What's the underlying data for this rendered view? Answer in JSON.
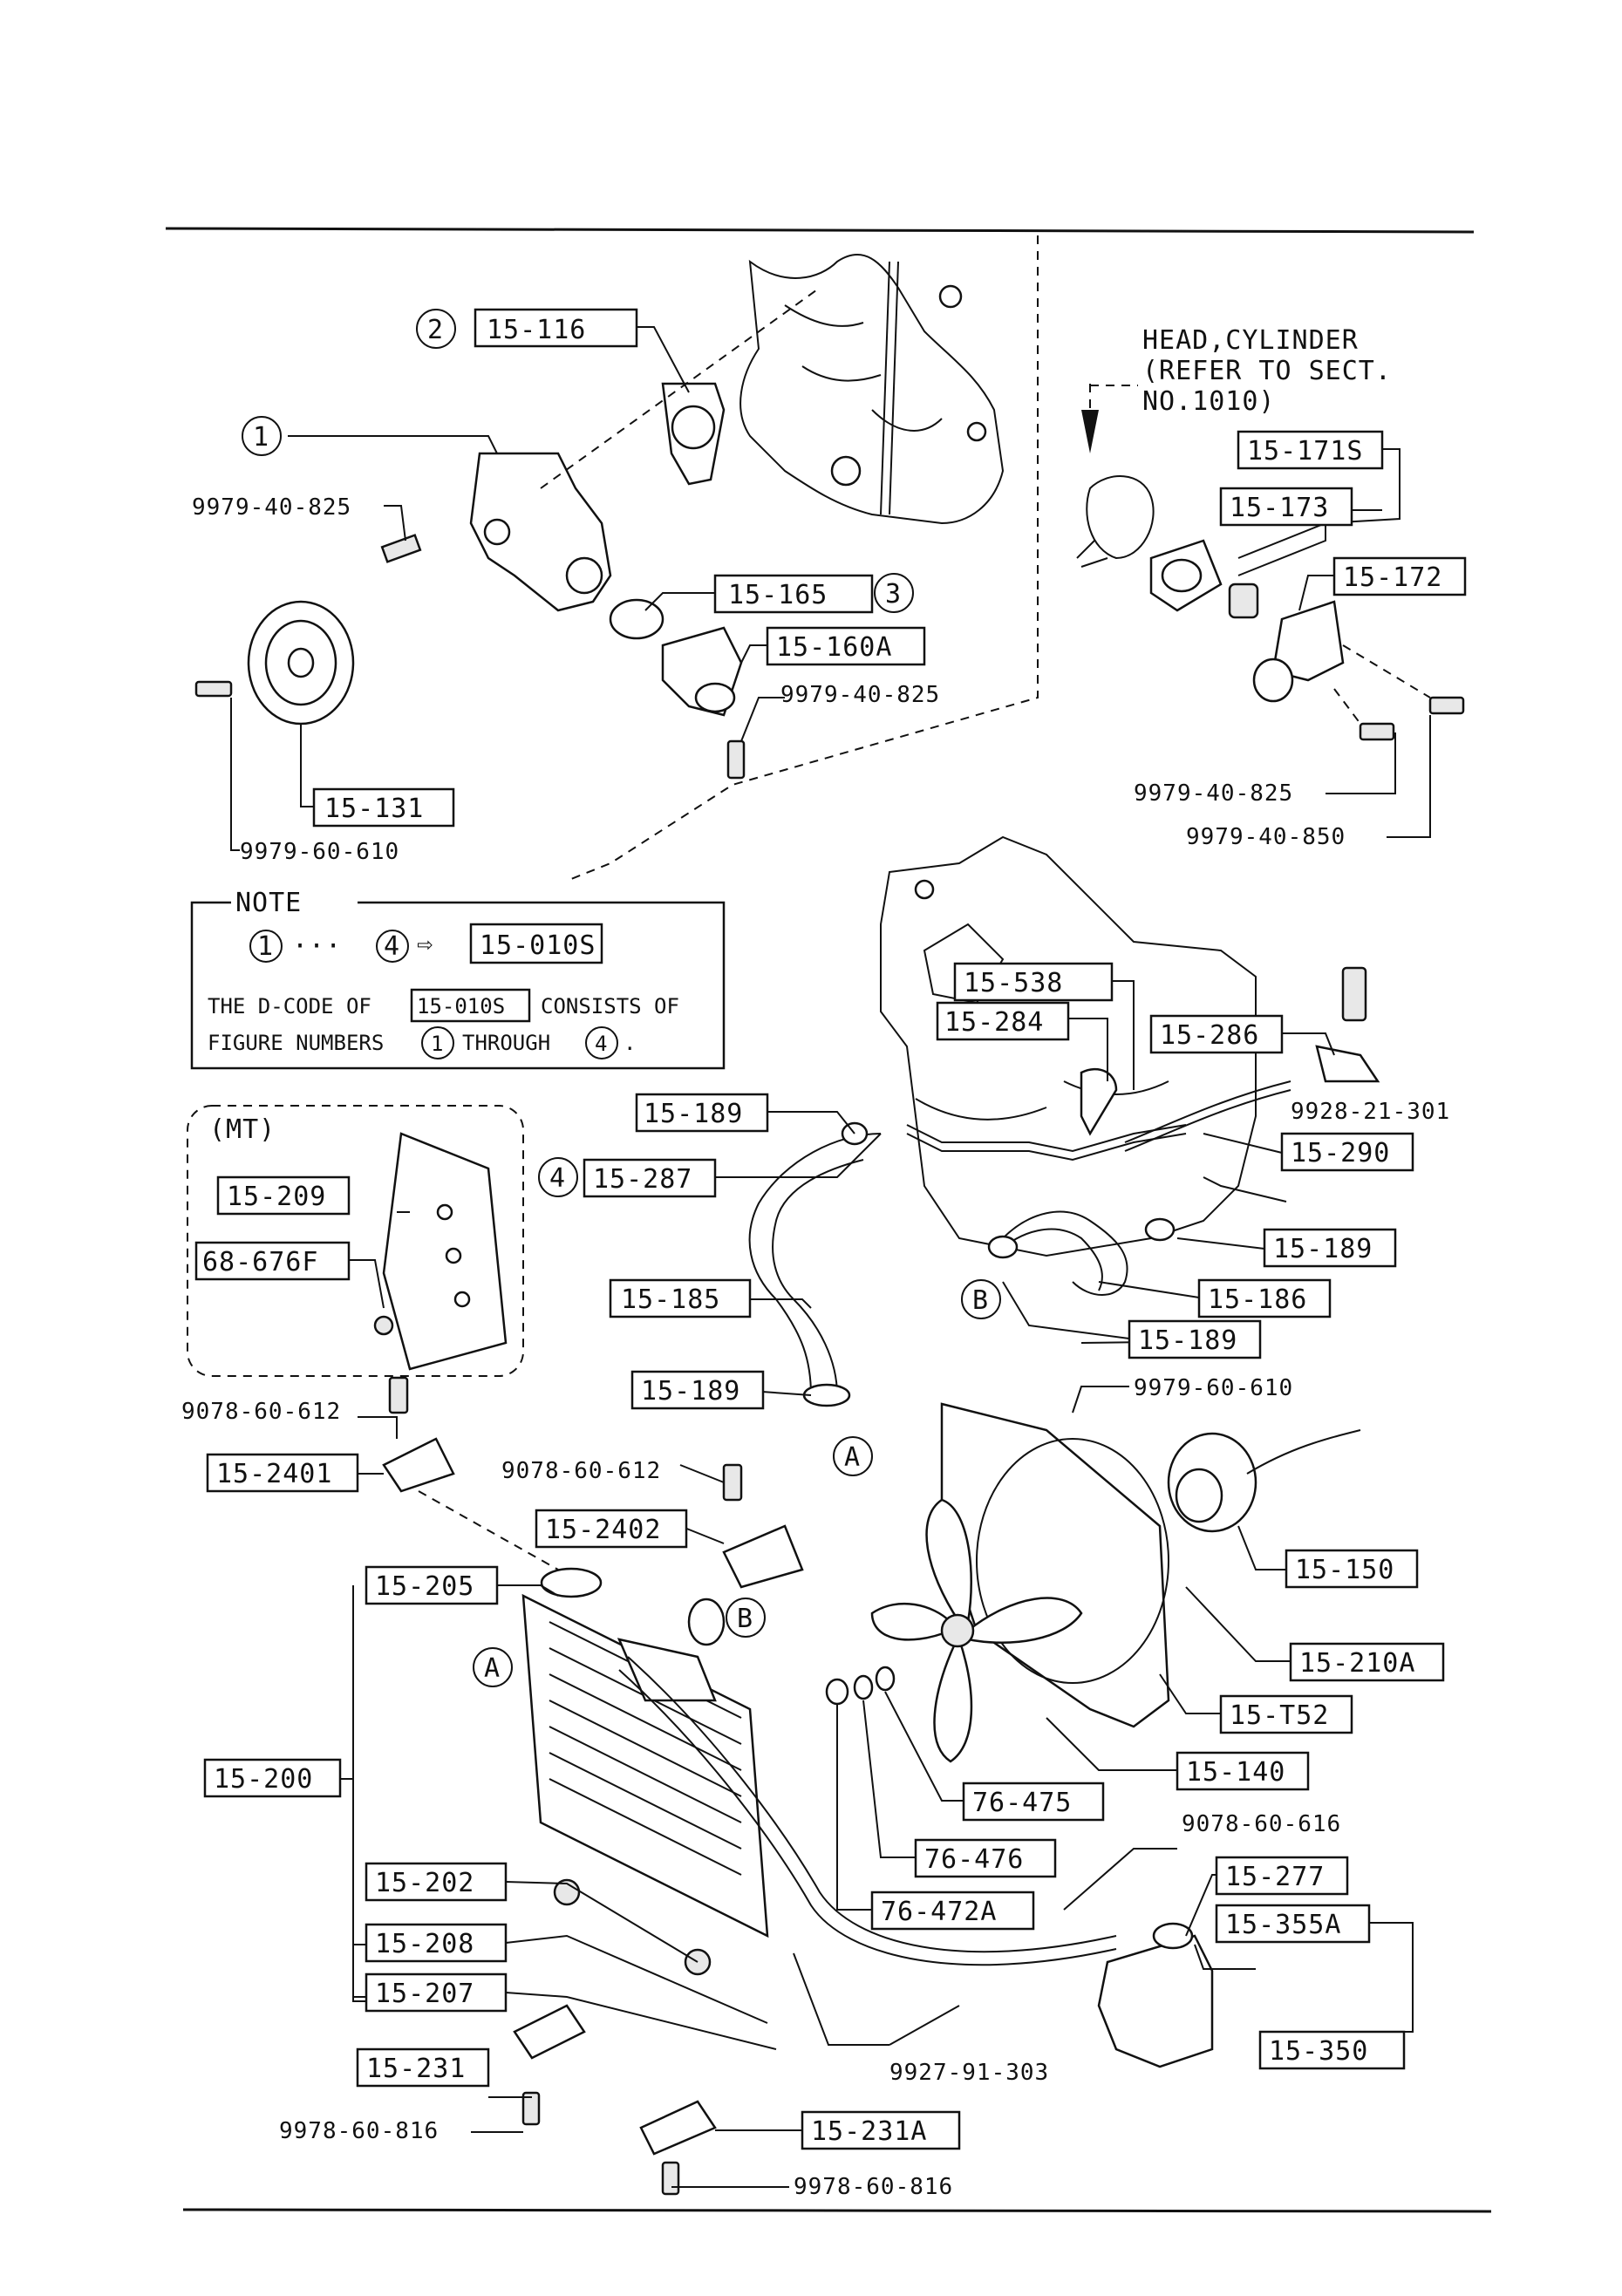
{
  "colors": {
    "ink": "#111111",
    "paper": "#ffffff"
  },
  "head_note": {
    "line1": "HEAD,CYLINDER",
    "line2": "(REFER TO SECT.",
    "line3": "NO.1010)"
  },
  "note": {
    "title": "NOTE",
    "arrow_symbol": "⇨",
    "ellipsis": "···",
    "target_code": "15-010S",
    "line1_prefix": "THE D-CODE OF",
    "line1_code": "15-010S",
    "line1_suffix": "CONSISTS OF",
    "line2_prefix": "FIGURE NUMBERS",
    "line2_mid": "THROUGH",
    "line2_end": "."
  },
  "mt_label": "(MT)",
  "circled": {
    "n1": "1",
    "n2": "2",
    "n3": "3",
    "n4": "4",
    "A": "A",
    "B": "B"
  },
  "boxed_parts": {
    "p15_116": "15-116",
    "p15_165": "15-165",
    "p15_160A": "15-160A",
    "p15_131": "15-131",
    "p15_171S": "15-171S",
    "p15_173": "15-173",
    "p15_172": "15-172",
    "p15_538": "15-538",
    "p15_284": "15-284",
    "p15_286": "15-286",
    "p15_189_a": "15-189",
    "p15_287": "15-287",
    "p15_290": "15-290",
    "p15_189_b": "15-189",
    "p15_185": "15-185",
    "p15_186": "15-186",
    "p15_189_c": "15-189",
    "p15_189_d": "15-189",
    "p15_209": "15-209",
    "p68_676F": "68-676F",
    "p15_2401": "15-2401",
    "p15_2402": "15-2402",
    "p15_150": "15-150",
    "p15_205": "15-205",
    "p15_210A": "15-210A",
    "p15_T52": "15-T52",
    "p15_200": "15-200",
    "p15_140": "15-140",
    "p76_475": "76-475",
    "p76_476": "76-476",
    "p15_277": "15-277",
    "p15_202": "15-202",
    "p76_472A": "76-472A",
    "p15_355A": "15-355A",
    "p15_208": "15-208",
    "p15_207": "15-207",
    "p15_350": "15-350",
    "p15_231": "15-231",
    "p15_231A": "15-231A"
  },
  "bolt_codes": {
    "b9979_40_825_a": "9979-40-825",
    "b9979_40_825_b": "9979-40-825",
    "b9979_60_610_a": "9979-60-610",
    "b9979_40_825_c": "9979-40-825",
    "b9979_40_850": "9979-40-850",
    "b9928_21_301": "9928-21-301",
    "b9979_60_610_b": "9979-60-610",
    "b9078_60_612_a": "9078-60-612",
    "b9078_60_612_b": "9078-60-612",
    "b9078_60_616": "9078-60-616",
    "b9927_91_303": "9927-91-303",
    "b9978_60_816_a": "9978-60-816",
    "b9978_60_816_b": "9978-60-816"
  }
}
